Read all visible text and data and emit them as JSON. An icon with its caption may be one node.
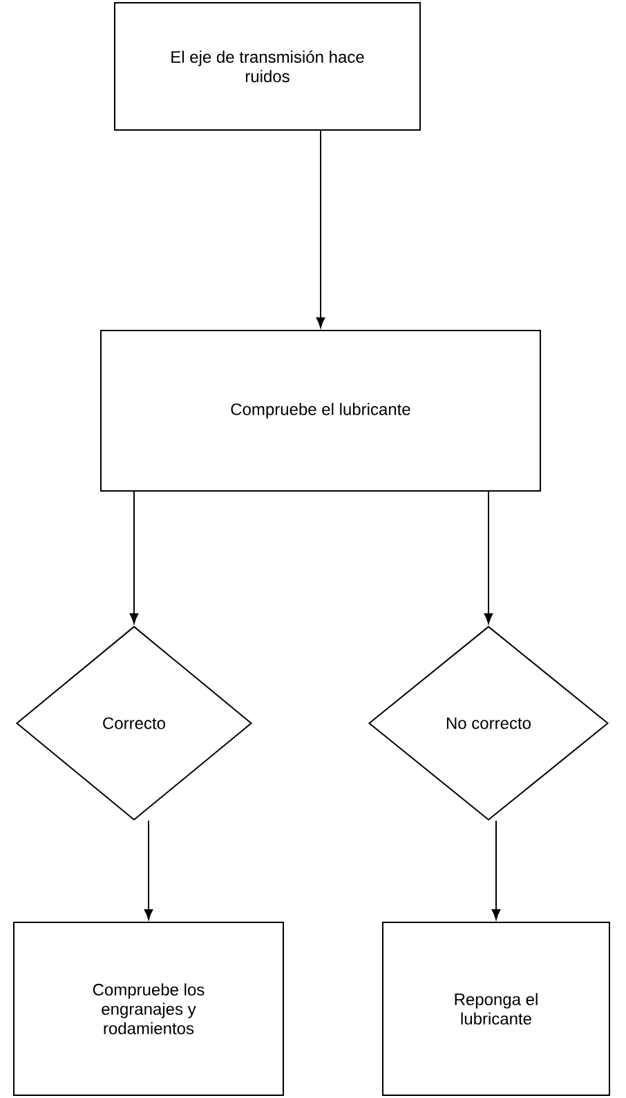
{
  "diagram": {
    "nodes": [
      {
        "text": [
          "El eje de transmisión hace ruidos"
        ]
      },
      {
        "text": [
          "Compruebe el lubricante"
        ]
      },
      {
        "text": [
          "Correcto"
        ]
      },
      {
        "text": [
          "No correcto"
        ]
      },
      {
        "text": [
          "Compruebe los engranajes y rodamientos"
        ]
      },
      {
        "text": [
          "Reponga el lubricante"
        ]
      }
    ],
    "edges": [
      {
        "from": 0,
        "to": 1,
        "arrow": "to"
      },
      {
        "from": 1,
        "to": 2,
        "arrow": "to"
      },
      {
        "from": 1,
        "to": 3,
        "arrow": "to"
      },
      {
        "from": 2,
        "to": 4,
        "arrow": "to"
      },
      {
        "from": 3,
        "to": 5,
        "arrow": "to"
      }
    ]
  }
}
